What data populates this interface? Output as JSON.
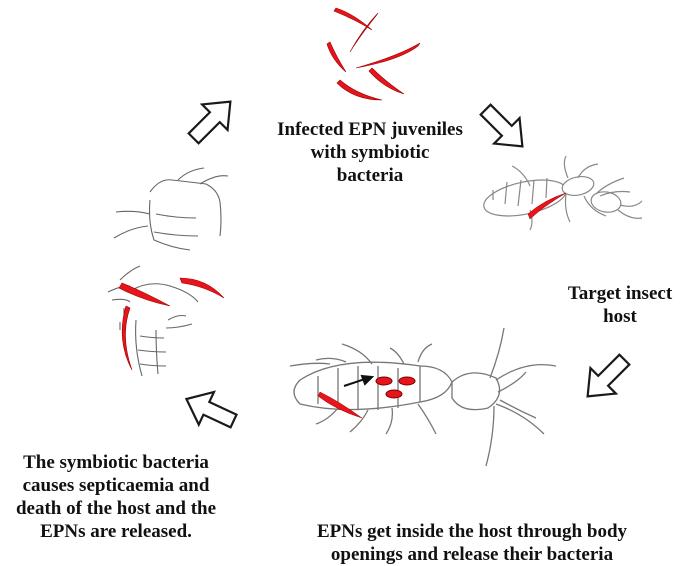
{
  "colors": {
    "nematode": "#e8141c",
    "outline": "#1a1a1a",
    "insect_line": "#888888"
  },
  "labels": {
    "infected_juveniles": [
      "Infected EPN juveniles",
      "with symbiotic",
      "bacteria"
    ],
    "target_host": [
      "Target insect",
      "host"
    ],
    "entry": [
      "EPNs get inside the host  through body",
      "openings and release their bacteria"
    ],
    "death": [
      "The symbiotic bacteria",
      "causes septicaemia  and",
      "death of the host and the",
      "EPNs are released."
    ]
  },
  "icons": [
    "cycle-arrow-icon",
    "nematode-icon",
    "termite-icon"
  ]
}
